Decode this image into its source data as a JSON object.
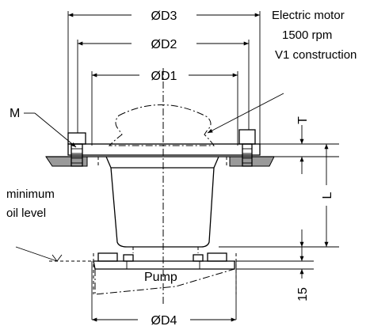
{
  "diagram": {
    "dimensions": {
      "d1": "ØD1",
      "d2": "ØD2",
      "d3": "ØD3",
      "d4": "ØD4",
      "t": "T",
      "l": "L",
      "h15": "15"
    },
    "motor_note": [
      "Electric motor",
      "1500 rpm",
      "V1 construction"
    ],
    "m_label": "M",
    "oil_label": [
      "minimum",
      "oil level"
    ],
    "pump_label": "Pump"
  }
}
